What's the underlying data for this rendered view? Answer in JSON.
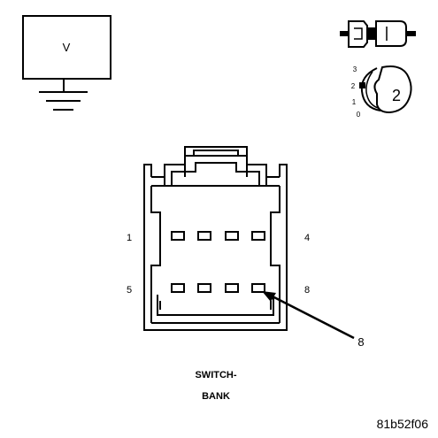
{
  "voltmeter": {
    "label": "V"
  },
  "ignition": {
    "positions": [
      "3",
      "2",
      "1",
      "0"
    ],
    "selected": "2"
  },
  "connector": {
    "pin_labels": {
      "top_left": "1",
      "top_right": "4",
      "bottom_left": "5",
      "bottom_right": "8"
    },
    "callout": "8",
    "name_line1": "SWITCH-",
    "name_line2": "BANK"
  },
  "figure_id": "81b52f06",
  "colors": {
    "line": "#000000",
    "background": "#ffffff"
  }
}
